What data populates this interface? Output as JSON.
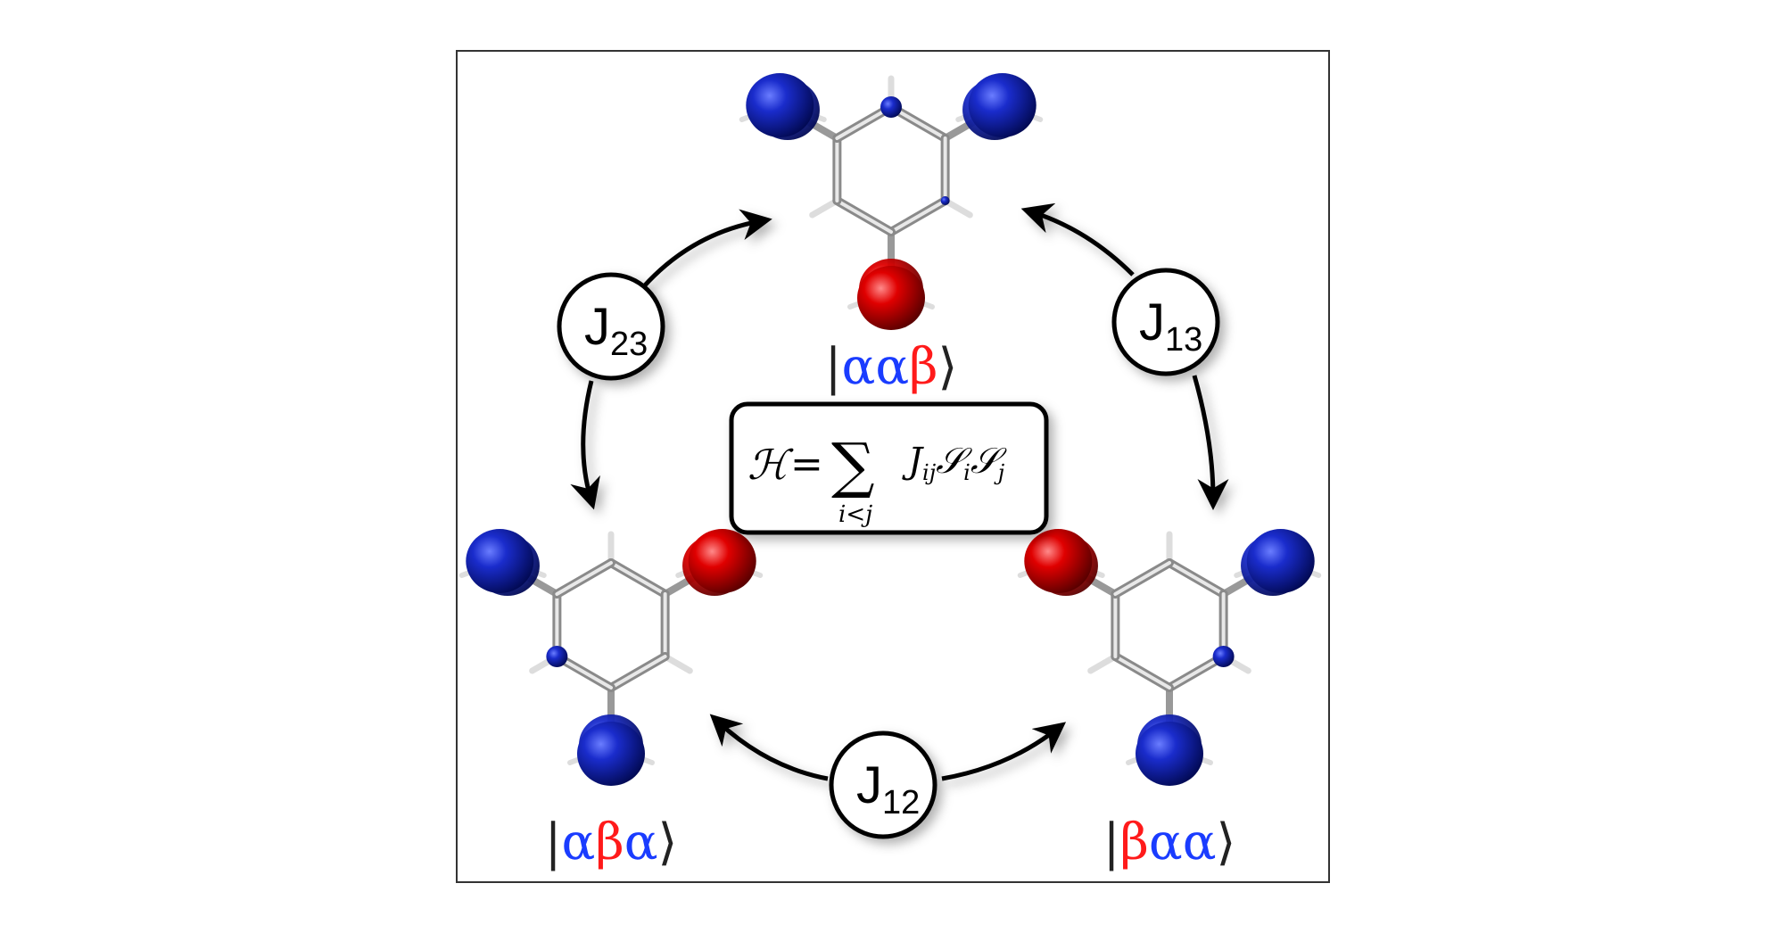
{
  "colors": {
    "alpha": "#1a3cff",
    "beta": "#ff1a1a",
    "lobe_alpha": "#0a1aa0",
    "lobe_beta": "#d00000",
    "frame": "#333333"
  },
  "ket_open": "|",
  "ket_close": "⟩",
  "states": [
    {
      "id": "top",
      "spins": [
        "α",
        "α",
        "β"
      ]
    },
    {
      "id": "bottom-left",
      "spins": [
        "α",
        "β",
        "α"
      ]
    },
    {
      "id": "bottom-right",
      "spins": [
        "β",
        "α",
        "α"
      ]
    }
  ],
  "couplings": [
    {
      "id": "J23",
      "main": "J",
      "sub": "23"
    },
    {
      "id": "J13",
      "main": "J",
      "sub": "13"
    },
    {
      "id": "J12",
      "main": "J",
      "sub": "12"
    }
  ],
  "hamiltonian": {
    "lhs": "ℋ",
    "eq": "=",
    "sum": "∑",
    "sum_index": "i<j",
    "J": "J",
    "J_sub": "ij",
    "S1": "𝒮",
    "S1_sub": "i",
    "S2": "𝒮",
    "S2_sub": "j"
  }
}
